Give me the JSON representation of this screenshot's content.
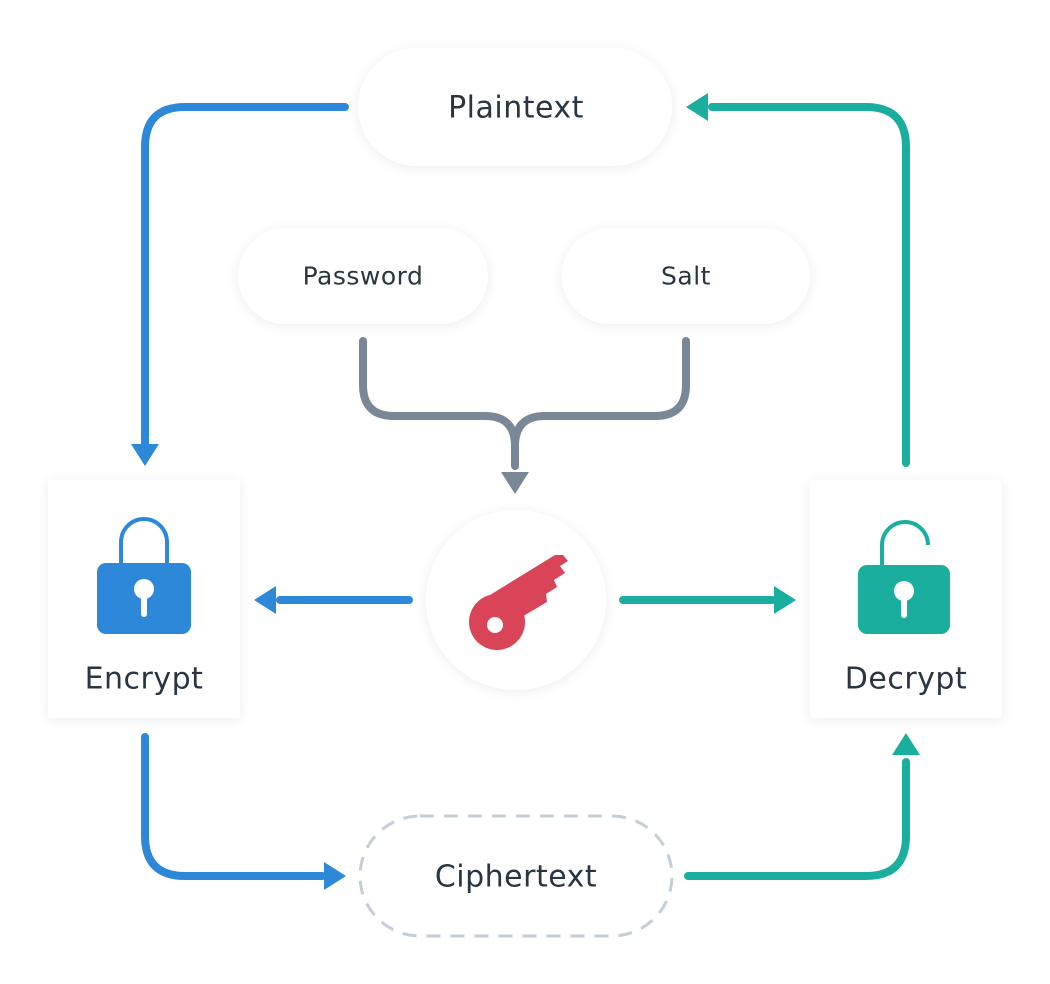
{
  "nodes": {
    "plaintext": {
      "label": "Plaintext"
    },
    "password": {
      "label": "Password"
    },
    "salt": {
      "label": "Salt"
    },
    "encrypt": {
      "label": "Encrypt"
    },
    "decrypt": {
      "label": "Decrypt"
    },
    "ciphertext": {
      "label": "Ciphertext"
    }
  },
  "icons": {
    "encrypt": "locked-padlock-icon",
    "decrypt": "unlocked-padlock-icon",
    "key": "key-icon"
  },
  "colors": {
    "encrypt_flow": "#2e88da",
    "decrypt_flow": "#1aae9f",
    "key_inputs": "#7a8796",
    "key": "#d94459",
    "text": "#2a3542",
    "dashed_border": "#c4ced8"
  }
}
